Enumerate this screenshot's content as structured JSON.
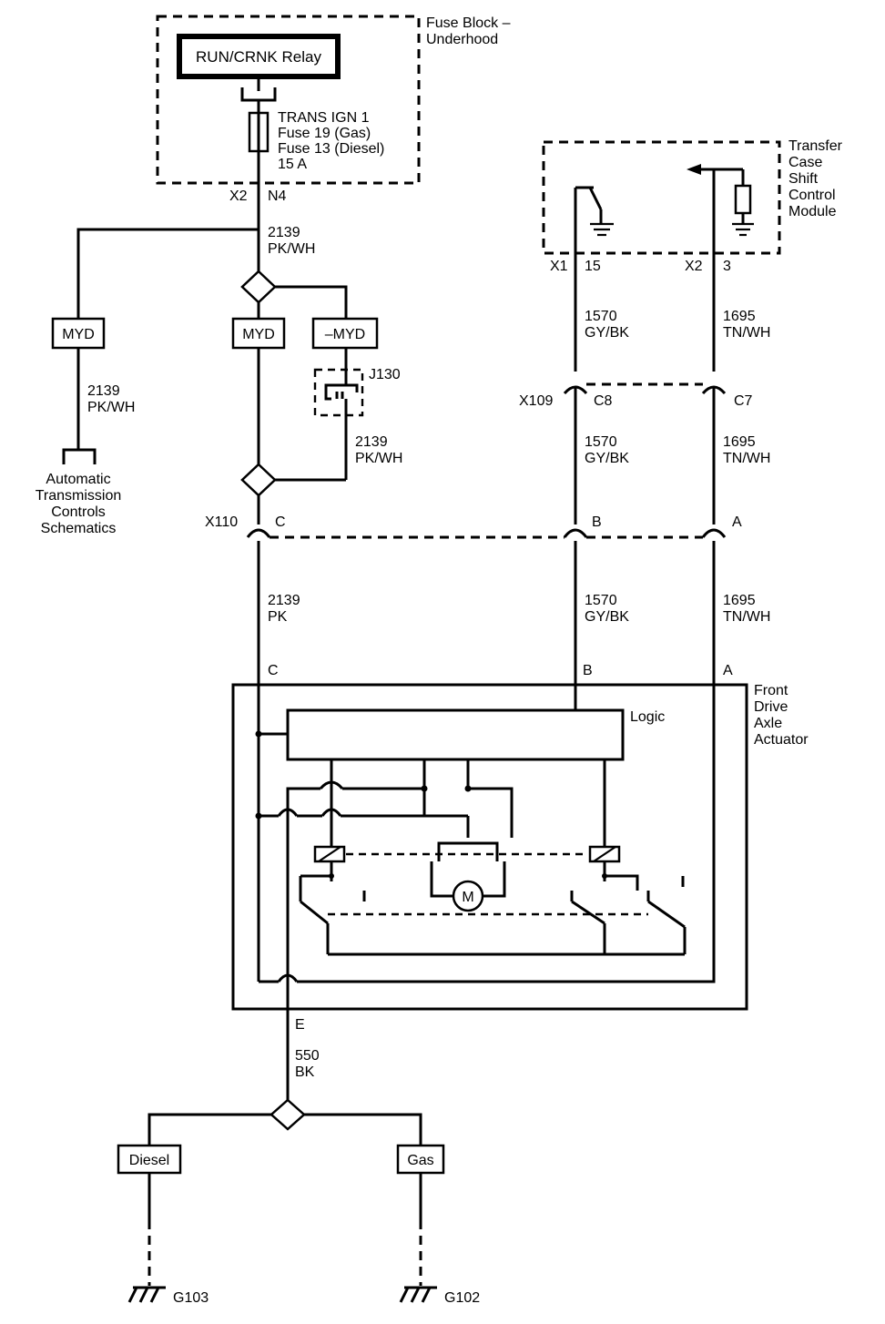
{
  "fuse_block": {
    "name": "Fuse Block –",
    "name2": "Underhood",
    "relay": "RUN/CRNK Relay",
    "fuse_l1": "TRANS IGN 1",
    "fuse_l2": "Fuse 19 (Gas)",
    "fuse_l3": "Fuse 13 (Diesel)",
    "fuse_l4": "15 A",
    "conn_x2": "X2",
    "conn_n4": "N4"
  },
  "tcscm": {
    "l1": "Transfer",
    "l2": "Case",
    "l3": "Shift",
    "l4": "Control",
    "l5": "Module",
    "x1": "X1",
    "p15": "15",
    "x2": "X2",
    "p3": "3"
  },
  "wires": {
    "pkwh_num": "2139",
    "pkwh_col": "PK/WH",
    "gybk_num": "1570",
    "gybk_col": "GY/BK",
    "tnwh_num": "1695",
    "tnwh_col": "TN/WH",
    "pk_num": "2139",
    "pk_col": "PK",
    "bk_num": "550",
    "bk_col": "BK"
  },
  "options": {
    "myd": "MYD",
    "not_myd": "–MYD",
    "diesel": "Diesel",
    "gas": "Gas"
  },
  "splice_j130": "J130",
  "atcs": {
    "l1": "Automatic",
    "l2": "Transmission",
    "l3": "Controls",
    "l4": "Schematics"
  },
  "x109": {
    "name": "X109",
    "c8": "C8",
    "c7": "C7"
  },
  "x110": {
    "name": "X110",
    "c": "C",
    "b": "B",
    "a": "A"
  },
  "actuator": {
    "l1": "Front",
    "l2": "Drive",
    "l3": "Axle",
    "l4": "Actuator",
    "logic": "Logic",
    "motor": "M",
    "pin_c": "C",
    "pin_b": "B",
    "pin_a": "A",
    "pin_e": "E"
  },
  "grounds": {
    "g103": "G103",
    "g102": "G102"
  }
}
